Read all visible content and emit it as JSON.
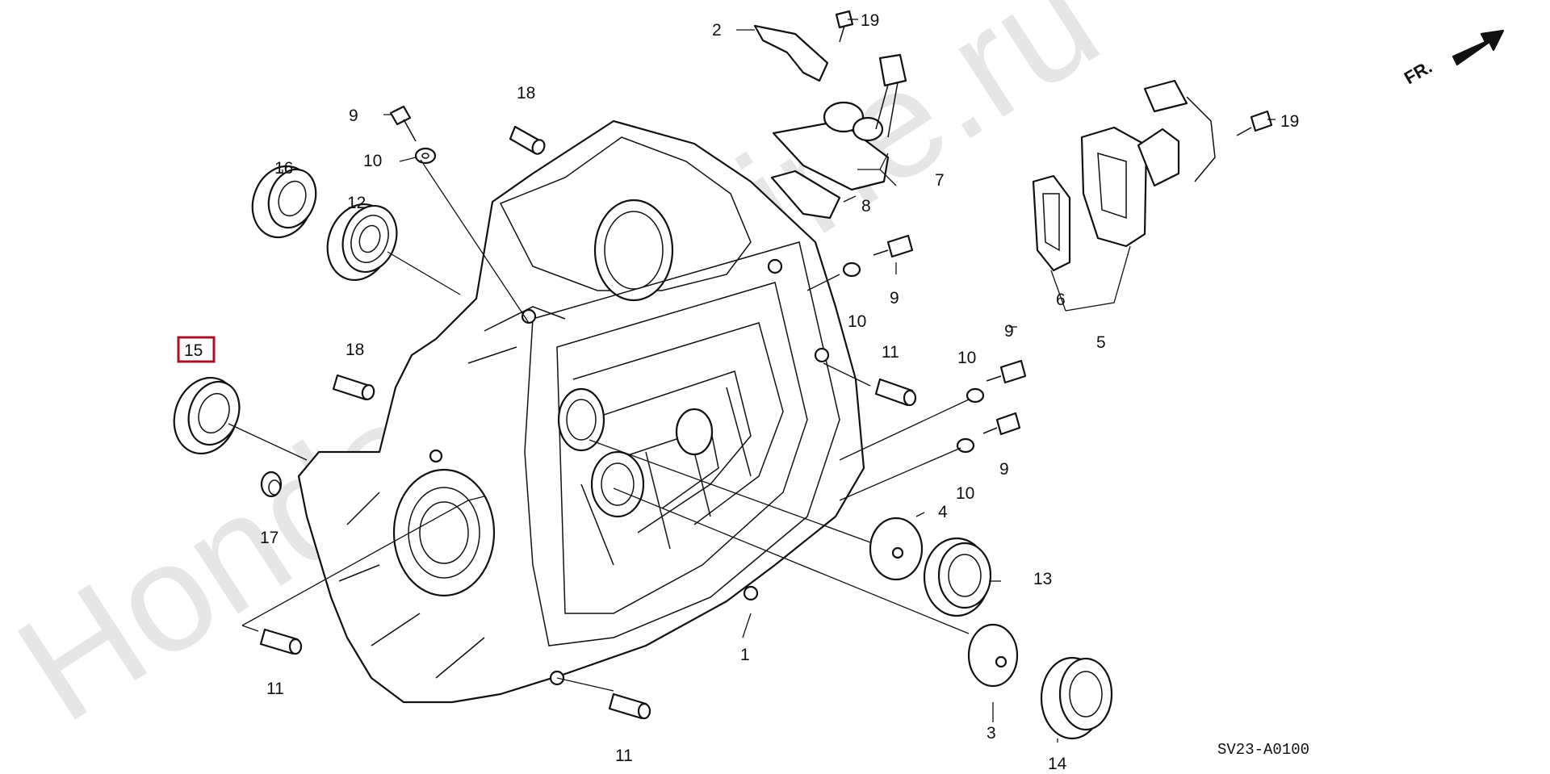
{
  "diagram": {
    "watermark": "HondaPartMine.ru",
    "direction_label": "FR.",
    "diagram_code": "SV23-A0100",
    "highlighted_part": "15",
    "labels": {
      "p1": "1",
      "p2": "2",
      "p3": "3",
      "p4": "4",
      "p5": "5",
      "p6": "6",
      "p7": "7",
      "p8": "8",
      "p9a": "9",
      "p9b": "9",
      "p9c": "9",
      "p9d": "9",
      "p10a": "10",
      "p10b": "10",
      "p10c": "10",
      "p10d": "10",
      "p11a": "11",
      "p11b": "11",
      "p11c": "11",
      "p12": "12",
      "p13": "13",
      "p14": "14",
      "p15": "15",
      "p16": "16",
      "p17": "17",
      "p18a": "18",
      "p18b": "18",
      "p19a": "19",
      "p19b": "19"
    }
  }
}
